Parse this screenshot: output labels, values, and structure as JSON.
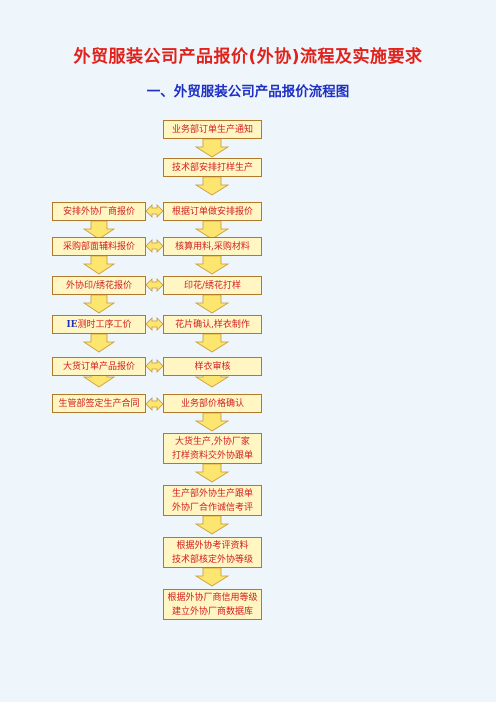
{
  "title": "外贸服装公司产品报价(外协)流程及实施要求",
  "subtitle": "一、外贸服装公司产品报价流程图",
  "main_steps": [
    "业务部订单生产通知",
    "技术部安排打样生产",
    "根据订单做安排报价",
    "核算用料,采购材料",
    "印花/绣花打样",
    "花片确认,样衣制作",
    "样衣审核",
    "业务部价格确认",
    "大货生产,外协厂家\n打样资料交外协跟单",
    "生产部外协生产跟单\n外协厂合作诚信考评",
    "根据外协考评资料\n技术部核定外协等级",
    "根据外协厂商信用等级\n建立外协厂商数据库"
  ],
  "side_steps": [
    {
      "prefix": "",
      "text": "安排外协厂商报价"
    },
    {
      "prefix": "",
      "text": "采购部面辅料报价"
    },
    {
      "prefix": "",
      "text": "外协印/绣花报价"
    },
    {
      "prefix": "IE",
      "text": "测时工序工价"
    },
    {
      "prefix": "",
      "text": "大货订单产品报价"
    },
    {
      "prefix": "",
      "text": "生管部签定生产合同"
    }
  ],
  "colors": {
    "title": "#e0211c",
    "subtitle": "#1e2fc4",
    "box_fill": "#fff6c4",
    "box_border": "#b07a2a",
    "box_text": "#d21d1d",
    "arrow_fill": "#fde66f",
    "arrow_border": "#c89a3a"
  }
}
